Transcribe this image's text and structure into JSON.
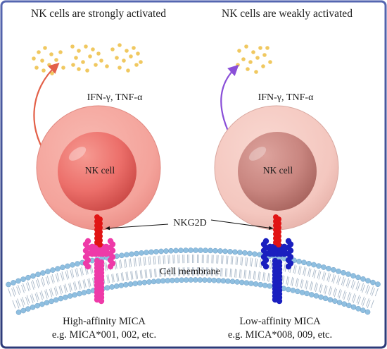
{
  "colors": {
    "frame": "#3a4a8c",
    "strong_cytoplasm": "#f4a39b",
    "strong_nucleus": "#ec6f6a",
    "weak_cytoplasm": "#f4c7bf",
    "weak_nucleus": "#c98680",
    "strong_arrow": "#e36048",
    "weak_arrow": "#8a4fd8",
    "cytokine_dots": "#f0c860",
    "nkg2d_receptor": "#e11414",
    "high_affinity_mica": "#ee3aa8",
    "low_affinity_mica": "#1a1fbf",
    "membrane_heads": "#8fbfe0",
    "membrane_tails": "#aab9c9"
  },
  "left_panel": {
    "title": "NK cells are strongly activated",
    "cytokines_label": "IFN-γ, TNF-α",
    "cell_label": "NK cell",
    "mica_label": "High-affinity MICA",
    "mica_examples": "e.g. MICA*001, 002, etc."
  },
  "right_panel": {
    "title": "NK cells are weakly activated",
    "cytokines_label": "IFN-γ, TNF-α",
    "cell_label": "NK cell",
    "mica_label": "Low-affinity MICA",
    "mica_examples": "e.g. MICA*008, 009, etc."
  },
  "receptor_label": "NKG2D",
  "membrane_label": "Cell membrane",
  "icons": {
    "cytokine_cluster": "dot-cluster",
    "activation_arrow": "curved-arrow",
    "receptor": "beaded-stalk",
    "ligand": "beaded-y-protein"
  }
}
